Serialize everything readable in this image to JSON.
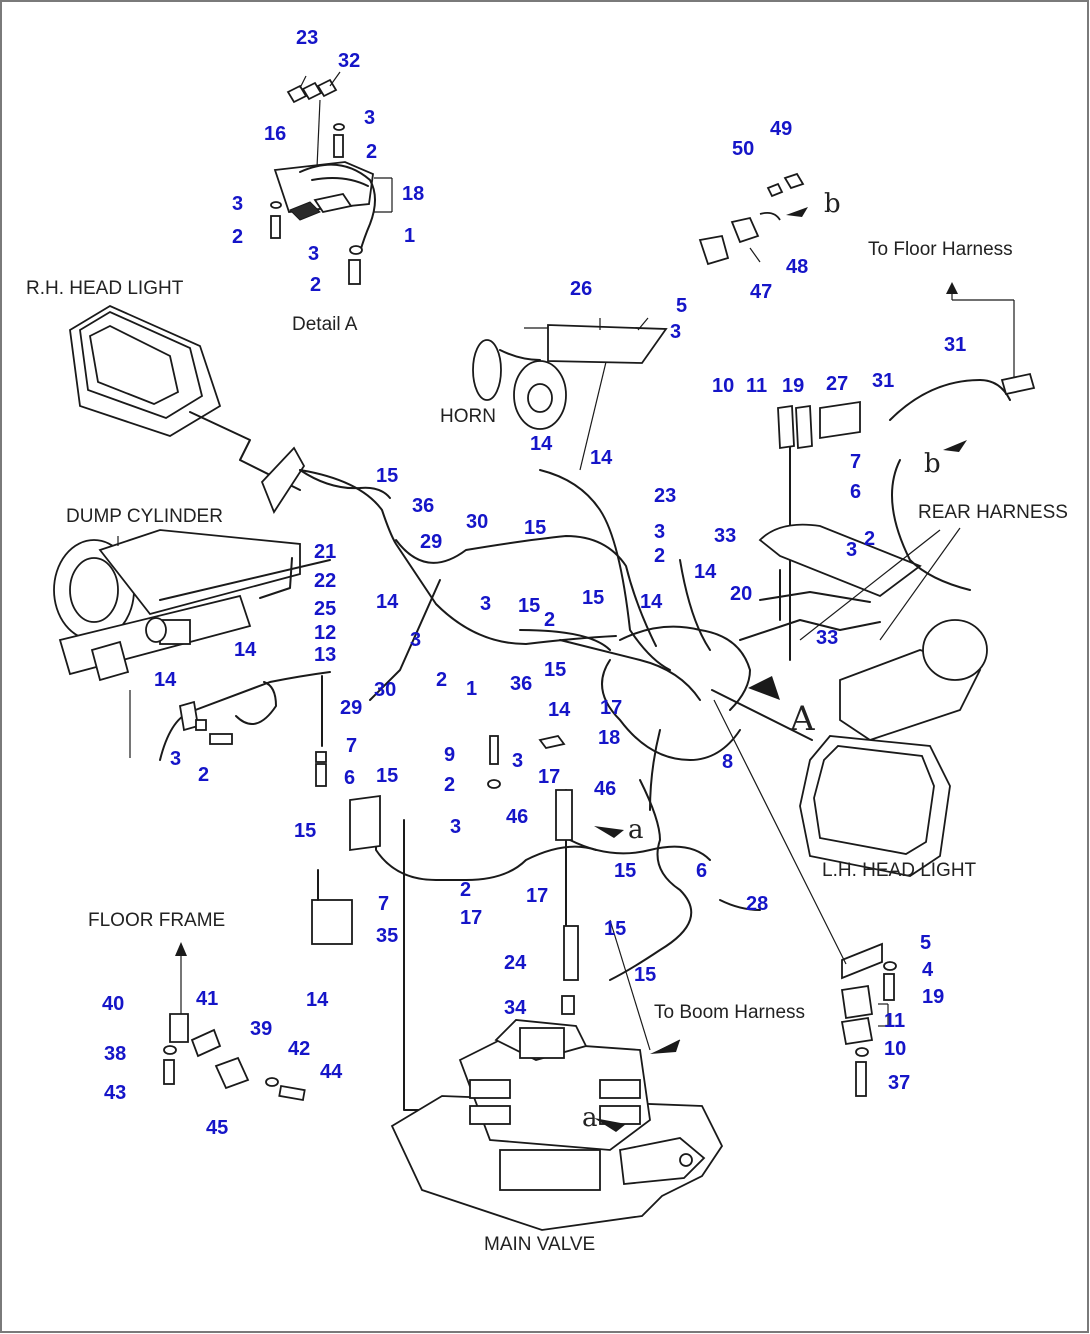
{
  "colors": {
    "callout": "#1515c8",
    "line": "#1a1a1a",
    "background": "#ffffff",
    "border": "#7a7a7a"
  },
  "titles": {
    "detail": "Detail A",
    "rh_head_light": "R.H. HEAD LIGHT",
    "lh_head_light": "L.H. HEAD LIGHT",
    "horn": "HORN",
    "dump_cylinder": "DUMP CYLINDER",
    "rear_harness": "REAR HARNESS",
    "floor_harness": "To Floor Harness",
    "boom_harness": "To Boom Harness",
    "floor_frame": "FLOOR FRAME",
    "main_valve": "MAIN VALVE"
  },
  "letters": {
    "view_a": "A",
    "conn_a_1": "a",
    "conn_a_2": "a",
    "conn_b_1": "b",
    "conn_b_2": "b"
  },
  "callouts": [
    "23",
    "32",
    "3",
    "16",
    "2",
    "18",
    "3",
    "2",
    "1",
    "3",
    "2",
    "50",
    "49",
    "47",
    "48",
    "26",
    "5",
    "3",
    "10",
    "11",
    "19",
    "27",
    "31",
    "31",
    "7",
    "6",
    "14",
    "14",
    "23",
    "3",
    "2",
    "15",
    "36",
    "30",
    "29",
    "15",
    "14",
    "3",
    "15",
    "2",
    "15",
    "14",
    "14",
    "33",
    "20",
    "3",
    "2",
    "33",
    "21",
    "22",
    "25",
    "12",
    "13",
    "14",
    "14",
    "30",
    "29",
    "3",
    "2",
    "7",
    "6",
    "15",
    "3",
    "2",
    "1",
    "36",
    "15",
    "14",
    "17",
    "18",
    "8",
    "9",
    "2",
    "3",
    "17",
    "46",
    "46",
    "15",
    "3",
    "2",
    "17",
    "17",
    "15",
    "6",
    "7",
    "35",
    "14",
    "15",
    "15",
    "28",
    "24",
    "34",
    "5",
    "4",
    "19",
    "11",
    "10",
    "37",
    "40",
    "41",
    "39",
    "38",
    "43",
    "42",
    "44",
    "45"
  ]
}
